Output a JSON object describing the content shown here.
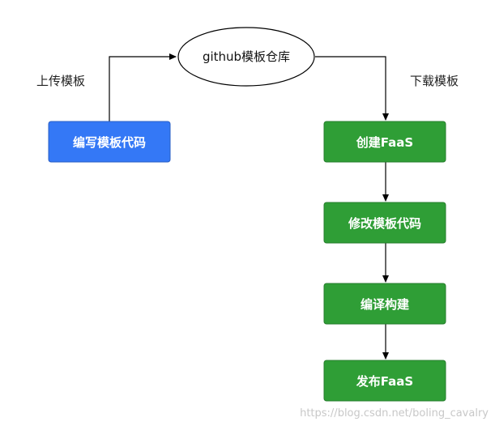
{
  "nodes": {
    "repo": "github模板仓库",
    "write_code": "编写模板代码",
    "create_faas": "创建FaaS",
    "modify_code": "修改模板代码",
    "build": "编译构建",
    "publish_faas": "发布FaaS"
  },
  "edge_labels": {
    "upload": "上传模板",
    "download": "下载模板"
  },
  "watermark": "https://blog.csdn.net/boling_cavalry",
  "colors": {
    "blue_box": "#3478f6",
    "green_box": "#2f9e36",
    "line": "#000000"
  }
}
